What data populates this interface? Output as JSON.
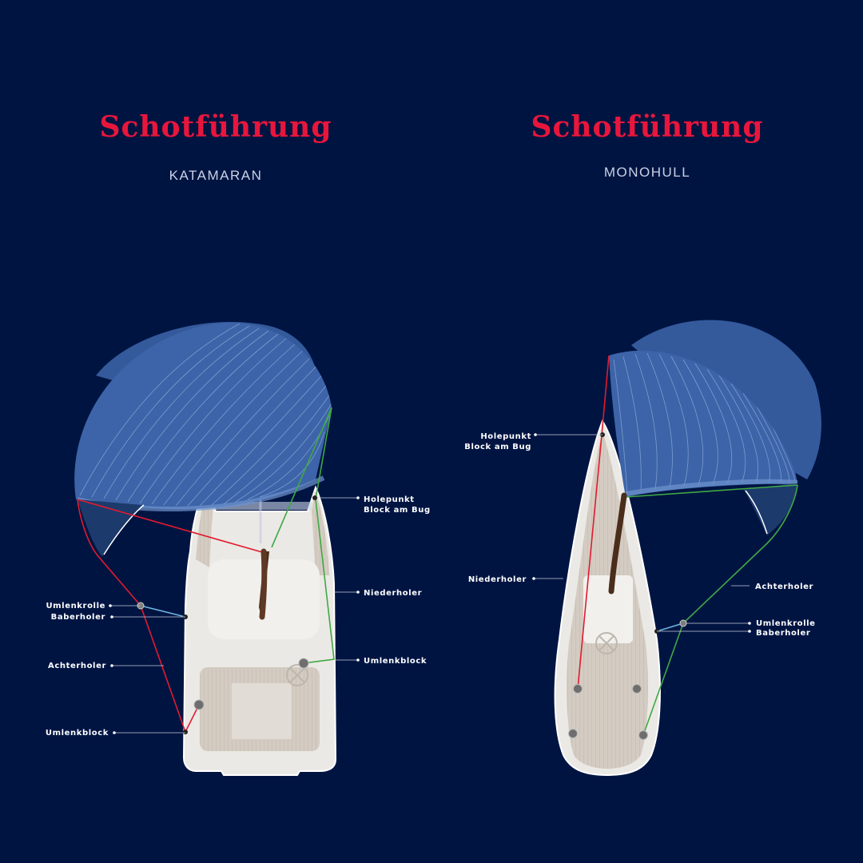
{
  "katamaran": {
    "title": "Schotführung",
    "subtitle": "KATAMARAN",
    "labels": {
      "holepunkt_line1": "Holepunkt",
      "holepunkt_line2": "Block am Bug",
      "niederholer": "Niederholer",
      "umlenkblock_right": "Umlenkblock",
      "umlenkrolle": "Umlenkrolle",
      "baberholer": "Baberholer",
      "achterholer": "Achterholer",
      "umlenkblock_left": "Umlenkblock"
    }
  },
  "monohull": {
    "title": "Schotführung",
    "subtitle": "MONOHULL",
    "labels": {
      "holepunkt_line1": "Holepunkt",
      "holepunkt_line2": "Block am Bug",
      "niederholer": "Niederholer",
      "achterholer": "Achterholer",
      "umlenkrolle": "Umlenkrolle",
      "baberholer": "Baberholer"
    }
  },
  "colors": {
    "background": "#001442",
    "title": "#e8163c",
    "sail": "#3d64a8",
    "hull": "#e9e7e3",
    "red_line": "#e01b2f",
    "green_line": "#3fa845",
    "blue_line": "#6fb4e0"
  }
}
